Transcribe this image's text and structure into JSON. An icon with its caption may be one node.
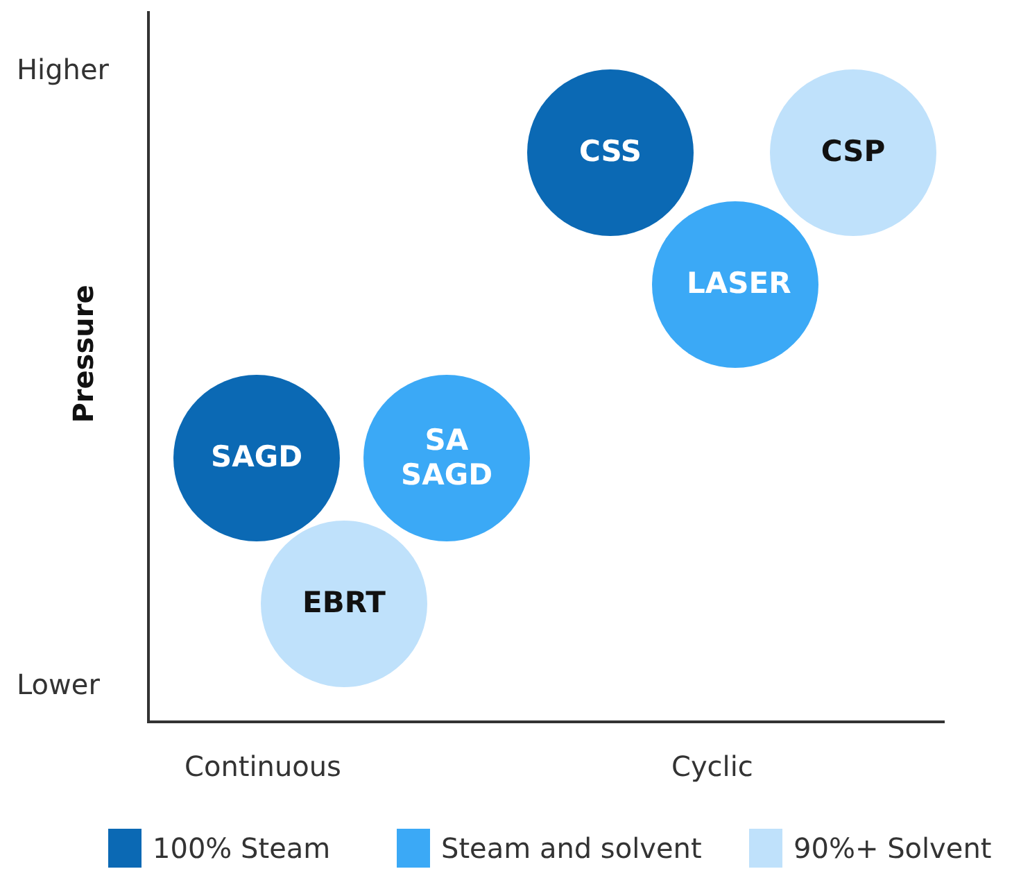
{
  "diagram": {
    "nodes": [
      {
        "text": [
          "CSS"
        ]
      },
      {
        "text": [
          "CSP"
        ]
      },
      {
        "text": [
          "LASER"
        ]
      },
      {
        "text": [
          "SAGD"
        ]
      },
      {
        "text": [
          "SA SAGD"
        ]
      },
      {
        "text": [
          "EBRT"
        ]
      }
    ],
    "labels": [
      "Higher",
      "Pressure",
      "Lower",
      "Continuous",
      "Cyclic"
    ],
    "legend": [
      {
        "text": "100% Steam",
        "color": "#0b69b4"
      },
      {
        "text": "Steam and solvent",
        "color": "#3ba9f6"
      },
      {
        "text": "90%+ Solvent",
        "color": "#bfe1fb"
      }
    ]
  }
}
